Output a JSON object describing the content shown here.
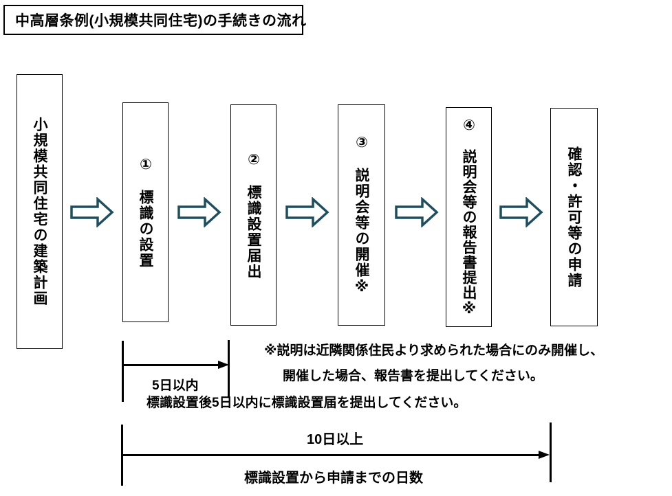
{
  "title": "中高層条例(小規模共同住宅)の手続きの流れ",
  "flow": {
    "boxes": [
      {
        "id": "building-plan",
        "label": "小規模共同住宅の建築計画"
      },
      {
        "id": "step1-sign-installation",
        "label": "①　標識の設置"
      },
      {
        "id": "step2-sign-notification",
        "label": "②　標識設置届出"
      },
      {
        "id": "step3-briefing-session",
        "label": "③　説明会等の開催※"
      },
      {
        "id": "step4-report-submission",
        "label": "④　説明会等の報告書提出※"
      },
      {
        "id": "application",
        "label": "確認・許可等の申請"
      }
    ]
  },
  "annotations": {
    "five_days": {
      "label": "5日以内",
      "note": "標識設置後5日以内に標識設置届を提出してください。"
    },
    "asterisk_note": {
      "line1": "※説明は近隣関係住民より求められた場合にのみ開催し、",
      "line2": "開催した場合、報告書を提出してください。"
    },
    "ten_days": {
      "label": "10日以上",
      "note": "標識設置から申請までの日数"
    }
  },
  "colors": {
    "arrow_outline": "#1f4e5f",
    "line": "#000000"
  }
}
